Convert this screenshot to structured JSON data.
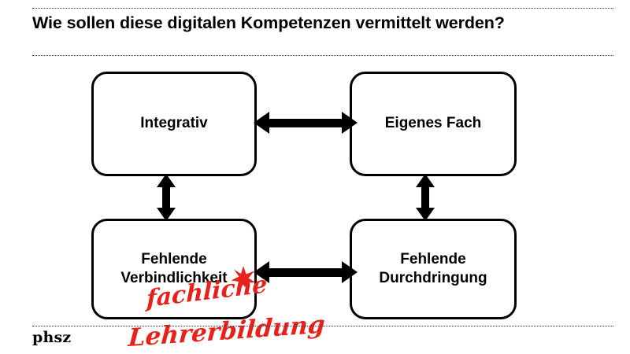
{
  "slide": {
    "title": "Wie sollen diese digitalen Kompetenzen vermittelt werden?",
    "footer_logo": "phsz",
    "accent_color": "#e8211b",
    "line_color": "#000000"
  },
  "diagram": {
    "boxes": [
      {
        "id": "integrativ",
        "label": "Integrativ"
      },
      {
        "id": "eigenes-fach",
        "label": "Eigenes Fach"
      },
      {
        "id": "verbindlichkeit",
        "label": "Fehlende\nVerbindlichkeit"
      },
      {
        "id": "durchdringung",
        "label": "Fehlende\nDurchdringung"
      }
    ],
    "connectors": [
      {
        "id": "top-horizontal",
        "type": "double-arrow",
        "orientation": "horizontal",
        "from": "integrativ",
        "to": "eigenes-fach"
      },
      {
        "id": "bottom-horizontal",
        "type": "double-arrow",
        "orientation": "horizontal",
        "from": "verbindlichkeit",
        "to": "durchdringung"
      },
      {
        "id": "left-vertical",
        "type": "double-arrow",
        "orientation": "vertical",
        "from": "integrativ",
        "to": "verbindlichkeit"
      },
      {
        "id": "right-vertical",
        "type": "double-arrow",
        "orientation": "vertical",
        "from": "eigenes-fach",
        "to": "durchdringung"
      }
    ]
  },
  "annotation": {
    "line1": "fachliche",
    "line2": "Lehrerbildung",
    "marker": "star-asterisk",
    "color": "#e8211b"
  }
}
